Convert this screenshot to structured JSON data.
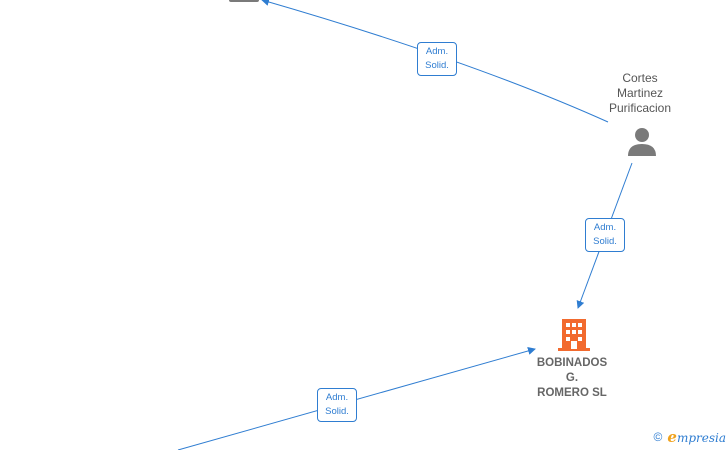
{
  "edges": [
    {
      "id": "e1",
      "label_line1": "Adm.",
      "label_line2": "Solid."
    },
    {
      "id": "e2",
      "label_line1": "Adm.",
      "label_line2": "Solid."
    },
    {
      "id": "e3",
      "label_line1": "Adm.",
      "label_line2": "Solid."
    }
  ],
  "nodes": {
    "person": {
      "name_lines": [
        "Cortes",
        "Martinez",
        "Purificacion"
      ],
      "type": "person"
    },
    "company": {
      "name_lines": [
        "BOBINADOS",
        "G.",
        "ROMERO SL"
      ],
      "type": "company",
      "color": "#f26a2e"
    },
    "top_partial": {
      "type": "person"
    }
  },
  "colors": {
    "edge": "#2f7dd1",
    "person_icon": "#7a7a7a",
    "company_icon": "#f26a2e"
  },
  "brand": {
    "copyright_symbol": "©",
    "name": "mpresia",
    "initial": "e"
  }
}
